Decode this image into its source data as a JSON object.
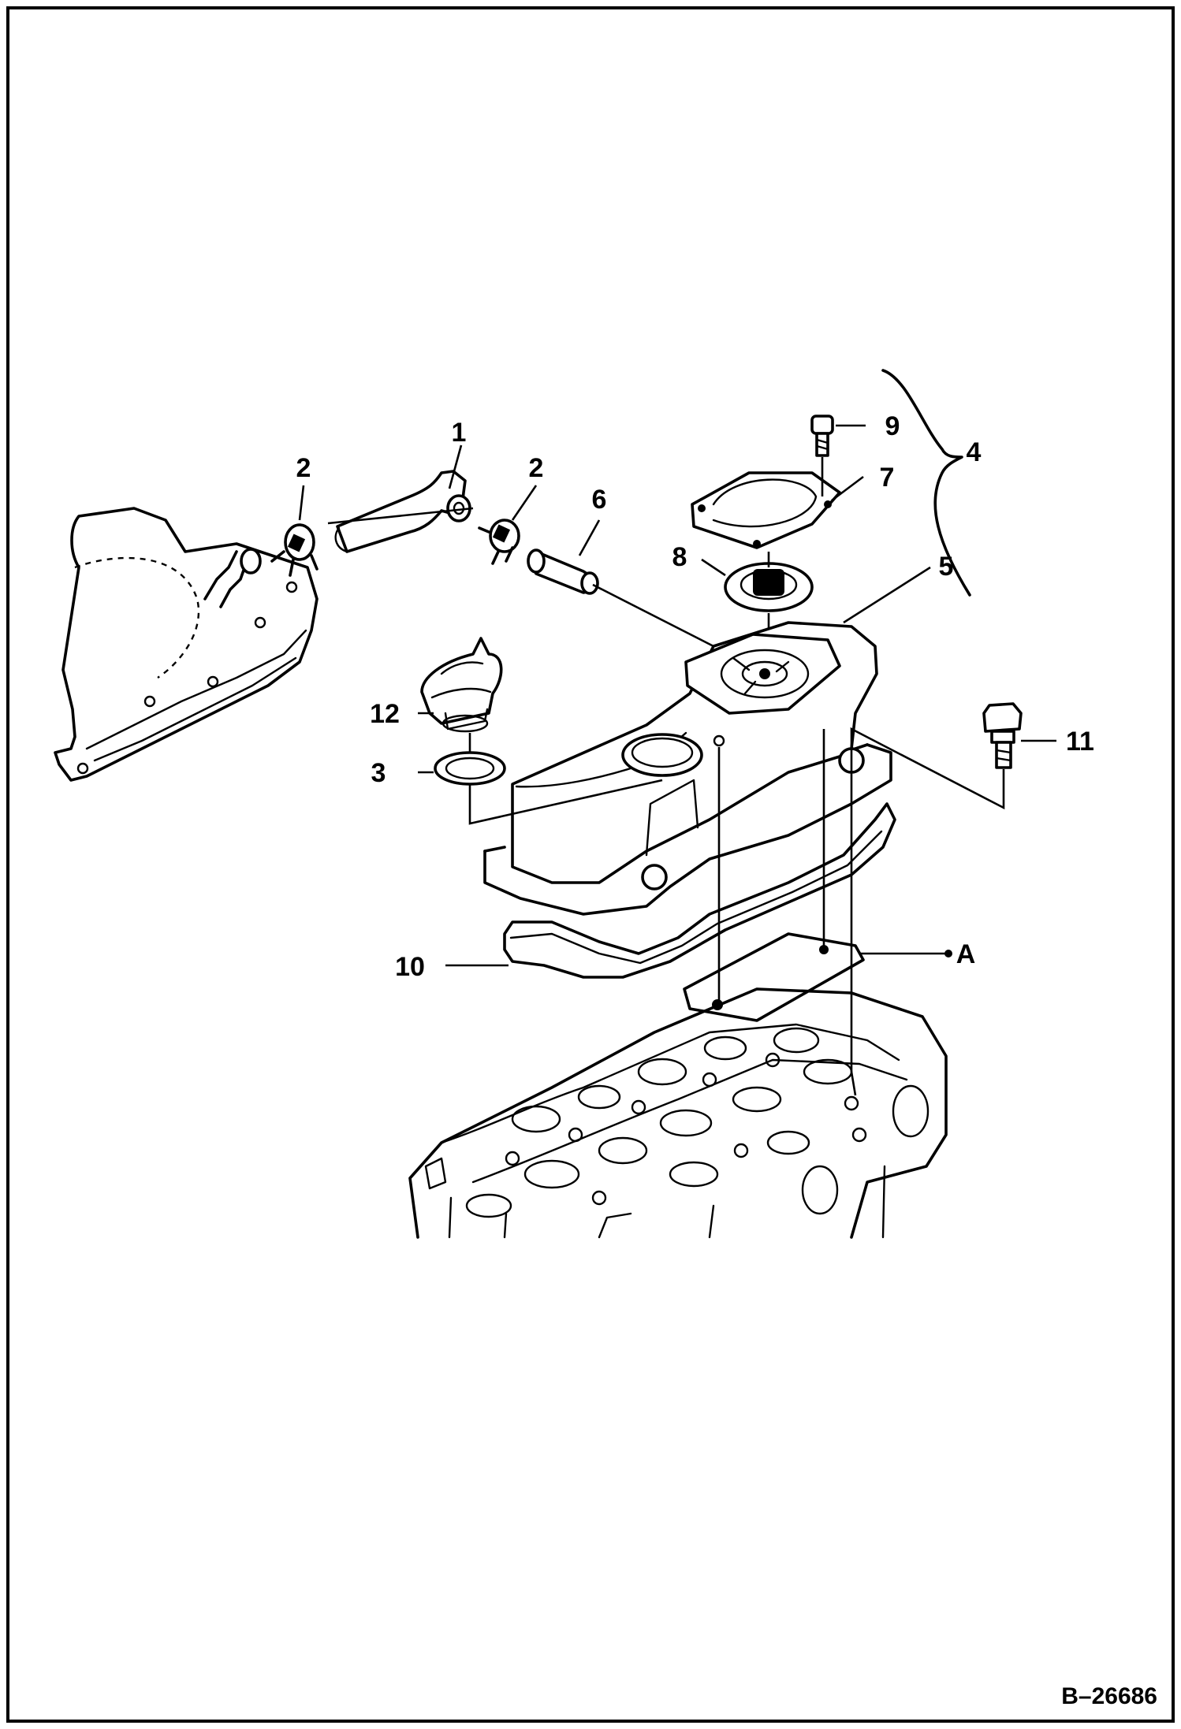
{
  "drawing": {
    "reference": "B–26686",
    "callouts": [
      {
        "id": "c1",
        "label": "1"
      },
      {
        "id": "c2a",
        "label": "2"
      },
      {
        "id": "c2b",
        "label": "2"
      },
      {
        "id": "c3",
        "label": "3"
      },
      {
        "id": "c4",
        "label": "4"
      },
      {
        "id": "c5",
        "label": "5"
      },
      {
        "id": "c6",
        "label": "6"
      },
      {
        "id": "c7",
        "label": "7"
      },
      {
        "id": "c8",
        "label": "8"
      },
      {
        "id": "c9",
        "label": "9"
      },
      {
        "id": "c10",
        "label": "10"
      },
      {
        "id": "c11",
        "label": "11"
      },
      {
        "id": "c12",
        "label": "12"
      },
      {
        "id": "cA",
        "label": "A"
      }
    ]
  }
}
